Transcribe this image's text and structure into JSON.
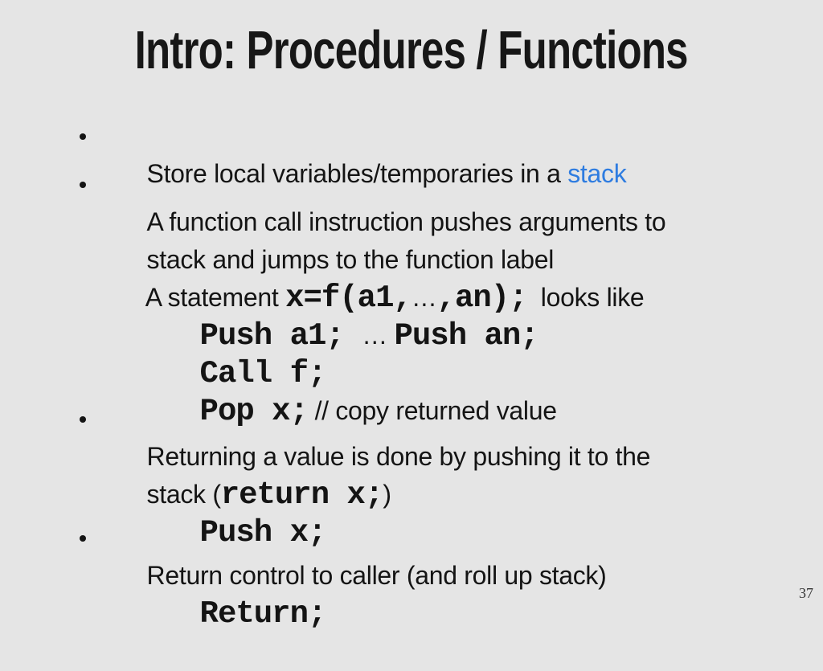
{
  "slide": {
    "title": "Intro: Procedures / Functions",
    "page_number": "37",
    "colors": {
      "background": "#e5e5e5",
      "text": "#141414",
      "hyperlink_blue": "#2e7ce0"
    }
  },
  "content": {
    "lines": [
      {
        "type": "bullet",
        "runs": [
          {
            "style": "t",
            "text": "Store local variables/temporaries in a "
          },
          {
            "style": "l",
            "text": "stack"
          }
        ]
      },
      {
        "type": "bullet",
        "runs": [
          {
            "style": "t",
            "text": "A function call instruction pushes arguments to"
          }
        ]
      },
      {
        "type": "cont",
        "runs": [
          {
            "style": "t",
            "text": "stack and jumps to the function label"
          }
        ]
      },
      {
        "type": "cont",
        "runs": [
          {
            "style": "t",
            "text": "A statement "
          },
          {
            "style": "m",
            "text": "x=f(a1,"
          },
          {
            "style": "t",
            "text": "…"
          },
          {
            "style": "m",
            "text": ",an);"
          },
          {
            "style": "t",
            "text": "  looks like"
          }
        ]
      },
      {
        "type": "code",
        "runs": [
          {
            "style": "m",
            "text": "Push a1; "
          },
          {
            "style": "t",
            "text": "… "
          },
          {
            "style": "m",
            "text": "Push an;"
          }
        ]
      },
      {
        "type": "code",
        "runs": [
          {
            "style": "m",
            "text": "Call f;"
          }
        ]
      },
      {
        "type": "code",
        "runs": [
          {
            "style": "m",
            "text": "Pop x;"
          },
          {
            "style": "t",
            "text": " // copy returned value"
          }
        ]
      },
      {
        "type": "bullet",
        "runs": [
          {
            "style": "t",
            "text": "Returning a value is done by pushing it to the"
          }
        ]
      },
      {
        "type": "cont",
        "runs": [
          {
            "style": "t",
            "text": "stack ("
          },
          {
            "style": "m",
            "text": "return x;"
          },
          {
            "style": "t",
            "text": ")"
          }
        ]
      },
      {
        "type": "code",
        "runs": [
          {
            "style": "m",
            "text": "Push x;"
          }
        ]
      },
      {
        "type": "bullet",
        "runs": [
          {
            "style": "t",
            "text": "Return control to caller (and roll up stack)"
          }
        ]
      },
      {
        "type": "code",
        "runs": [
          {
            "style": "m",
            "text": "Return;"
          }
        ]
      }
    ]
  }
}
